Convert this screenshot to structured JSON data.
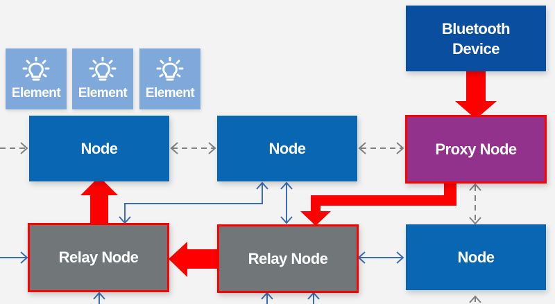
{
  "diagram": {
    "title": "",
    "colors": {
      "node": "#0866b3",
      "relay_node": "#717779",
      "proxy_node": "#93328c",
      "bluetooth_device": "#0a4e9f",
      "element": "#7fa9da",
      "highlight_path": "#ff0000",
      "blue_link": "#3b6db5",
      "dashed_link": "#808080",
      "background": "#f3f3f3"
    },
    "elements": [
      {
        "label": "Element",
        "icon": "lightbulb-icon"
      },
      {
        "label": "Element",
        "icon": "lightbulb-icon"
      },
      {
        "label": "Element",
        "icon": "lightbulb-icon"
      }
    ],
    "bluetooth_device": {
      "line1": "Bluetooth",
      "line2": "Device"
    },
    "nodes": {
      "top_left": "Node",
      "top_middle": "Node",
      "proxy": "Proxy Node",
      "relay_left": "Relay Node",
      "relay_middle": "Relay Node",
      "bottom_right": "Node"
    },
    "connections": [
      {
        "from": "Bluetooth Device",
        "to": "Proxy Node",
        "style": "red-thick"
      },
      {
        "from": "Proxy Node",
        "to": "Relay Node (middle)",
        "style": "red-thick"
      },
      {
        "from": "Relay Node (middle)",
        "to": "Relay Node (left)",
        "style": "red-thick"
      },
      {
        "from": "Relay Node (left)",
        "to": "Node (top-left)",
        "style": "red-thick"
      },
      {
        "from": "Node (top-left)",
        "to": "Node (top-middle)",
        "style": "dashed-bidirectional"
      },
      {
        "from": "Node (top-middle)",
        "to": "Proxy Node",
        "style": "dashed-bidirectional"
      },
      {
        "from": "Proxy Node",
        "to": "Node (bottom-right)",
        "style": "dashed-bidirectional"
      },
      {
        "from": "Node (top-middle)",
        "to": "Relay Node (left)",
        "style": "blue-bidirectional"
      },
      {
        "from": "Node (top-middle)",
        "to": "Relay Node (middle)",
        "style": "blue-bidirectional"
      },
      {
        "from": "Relay Node (middle)",
        "to": "Node (bottom-right)",
        "style": "blue-bidirectional"
      }
    ]
  }
}
